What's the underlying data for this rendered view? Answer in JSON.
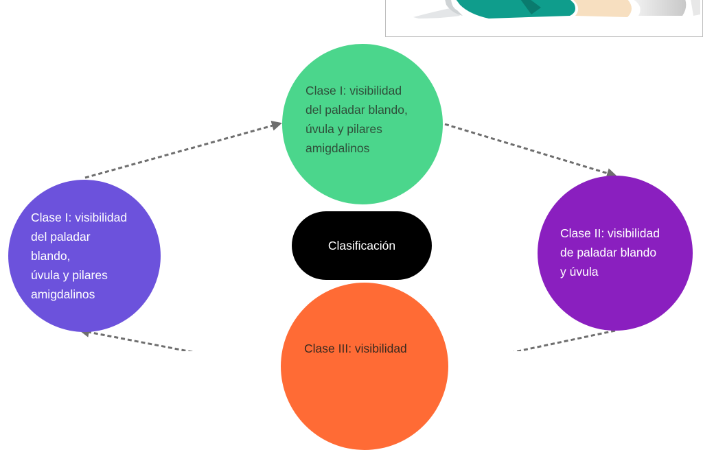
{
  "center": {
    "label": "Clasificación"
  },
  "nodes": {
    "top": {
      "label": "Clase I: visibilidad\ndel paladar blando,\núvula y pilares\namigdalinos",
      "color": "#4bd68c"
    },
    "left": {
      "label": "Clase I: visibilidad\ndel paladar\nblando,\núvula y pilares\namigdalinos",
      "color": "#6c52dc"
    },
    "right": {
      "label": "Clase II: visibilidad\nde paladar blando\ny úvula",
      "color": "#8a1fbf"
    },
    "bottom": {
      "label": "Clase III: visibilidad",
      "color": "#ff6b35"
    }
  },
  "connectors": {
    "style": "dashed",
    "color": "#707070"
  }
}
